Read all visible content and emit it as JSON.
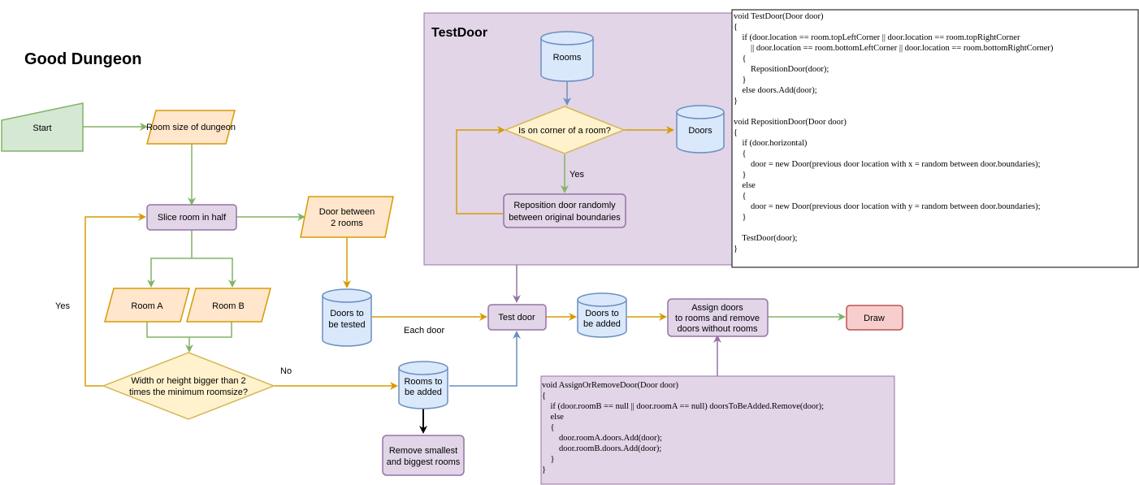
{
  "title": "Good Dungeon",
  "testdoor_title": "TestDoor",
  "nodes": {
    "start": "Start",
    "room_size": "Room size of dungeon",
    "slice": "Slice room in half",
    "door_between_l1": "Door between",
    "door_between_l2": "2 rooms",
    "room_a": "Room A",
    "room_b": "Room B",
    "decision_l1": "Width or height bigger than 2",
    "decision_l2": "times the minimum roomsize?",
    "doors_tested_l1": "Doors to",
    "doors_tested_l2": "be tested",
    "rooms_added_l1": "Rooms to",
    "rooms_added_l2": "be added",
    "remove_l1": "Remove smallest",
    "remove_l2": "and biggest rooms",
    "test_door": "Test door",
    "doors_added_l1": "Doors to",
    "doors_added_l2": "be added",
    "assign_l1": "Assign doors",
    "assign_l2": "to rooms and remove",
    "assign_l3": "doors without rooms",
    "draw": "Draw",
    "rooms": "Rooms",
    "corner_q": "Is on corner of a room?",
    "doors": "Doors",
    "reposition_l1": "Reposition door randomly",
    "reposition_l2": "between original boundaries"
  },
  "edge_labels": {
    "yes_left": "Yes",
    "no": "No",
    "each_door": "Each door",
    "yes_inner": "Yes"
  },
  "code_testdoor": "void TestDoor(Door door)\n{\n    if (door.location == room.topLeftCorner || door.location == room.topRightCorner\n        || door.location == room.bottomLeftCorner || door.location == room.bottomRightCorner)\n    {\n        RepositionDoor(door);\n    }\n    else doors.Add(door);\n}\n\nvoid RepositionDoor(Door door)\n{\n    if (door.horizontal)\n    {\n        door = new Door(previous door location with x = random between door.boundaries);\n    }\n    else\n    {\n        door = new Door(previous door location with y = random between door.boundaries);\n    }\n\n    TestDoor(door);\n}",
  "code_assign": "void AssignOrRemoveDoor(Door door)\n{\n    if (door.roomB == null || door.roomA == null) doorsToBeAdded.Remove(door);\n    else\n    {\n        door.roomA.doors.Add(door);\n        door.roomB.doors.Add(door);\n    }\n}",
  "colors": {
    "green_fill": "#d5e8d4",
    "green_stroke": "#82b366",
    "orange_fill": "#ffe6cc",
    "orange_stroke": "#d79b00",
    "purple_fill": "#e1d5e7",
    "purple_stroke": "#9673a6",
    "blue_fill": "#dae8fc",
    "blue_stroke": "#6c8ebf",
    "yellow_fill": "#fff2cc",
    "yellow_stroke": "#d6b656",
    "red_fill": "#f8cecc",
    "red_stroke": "#b85450"
  }
}
